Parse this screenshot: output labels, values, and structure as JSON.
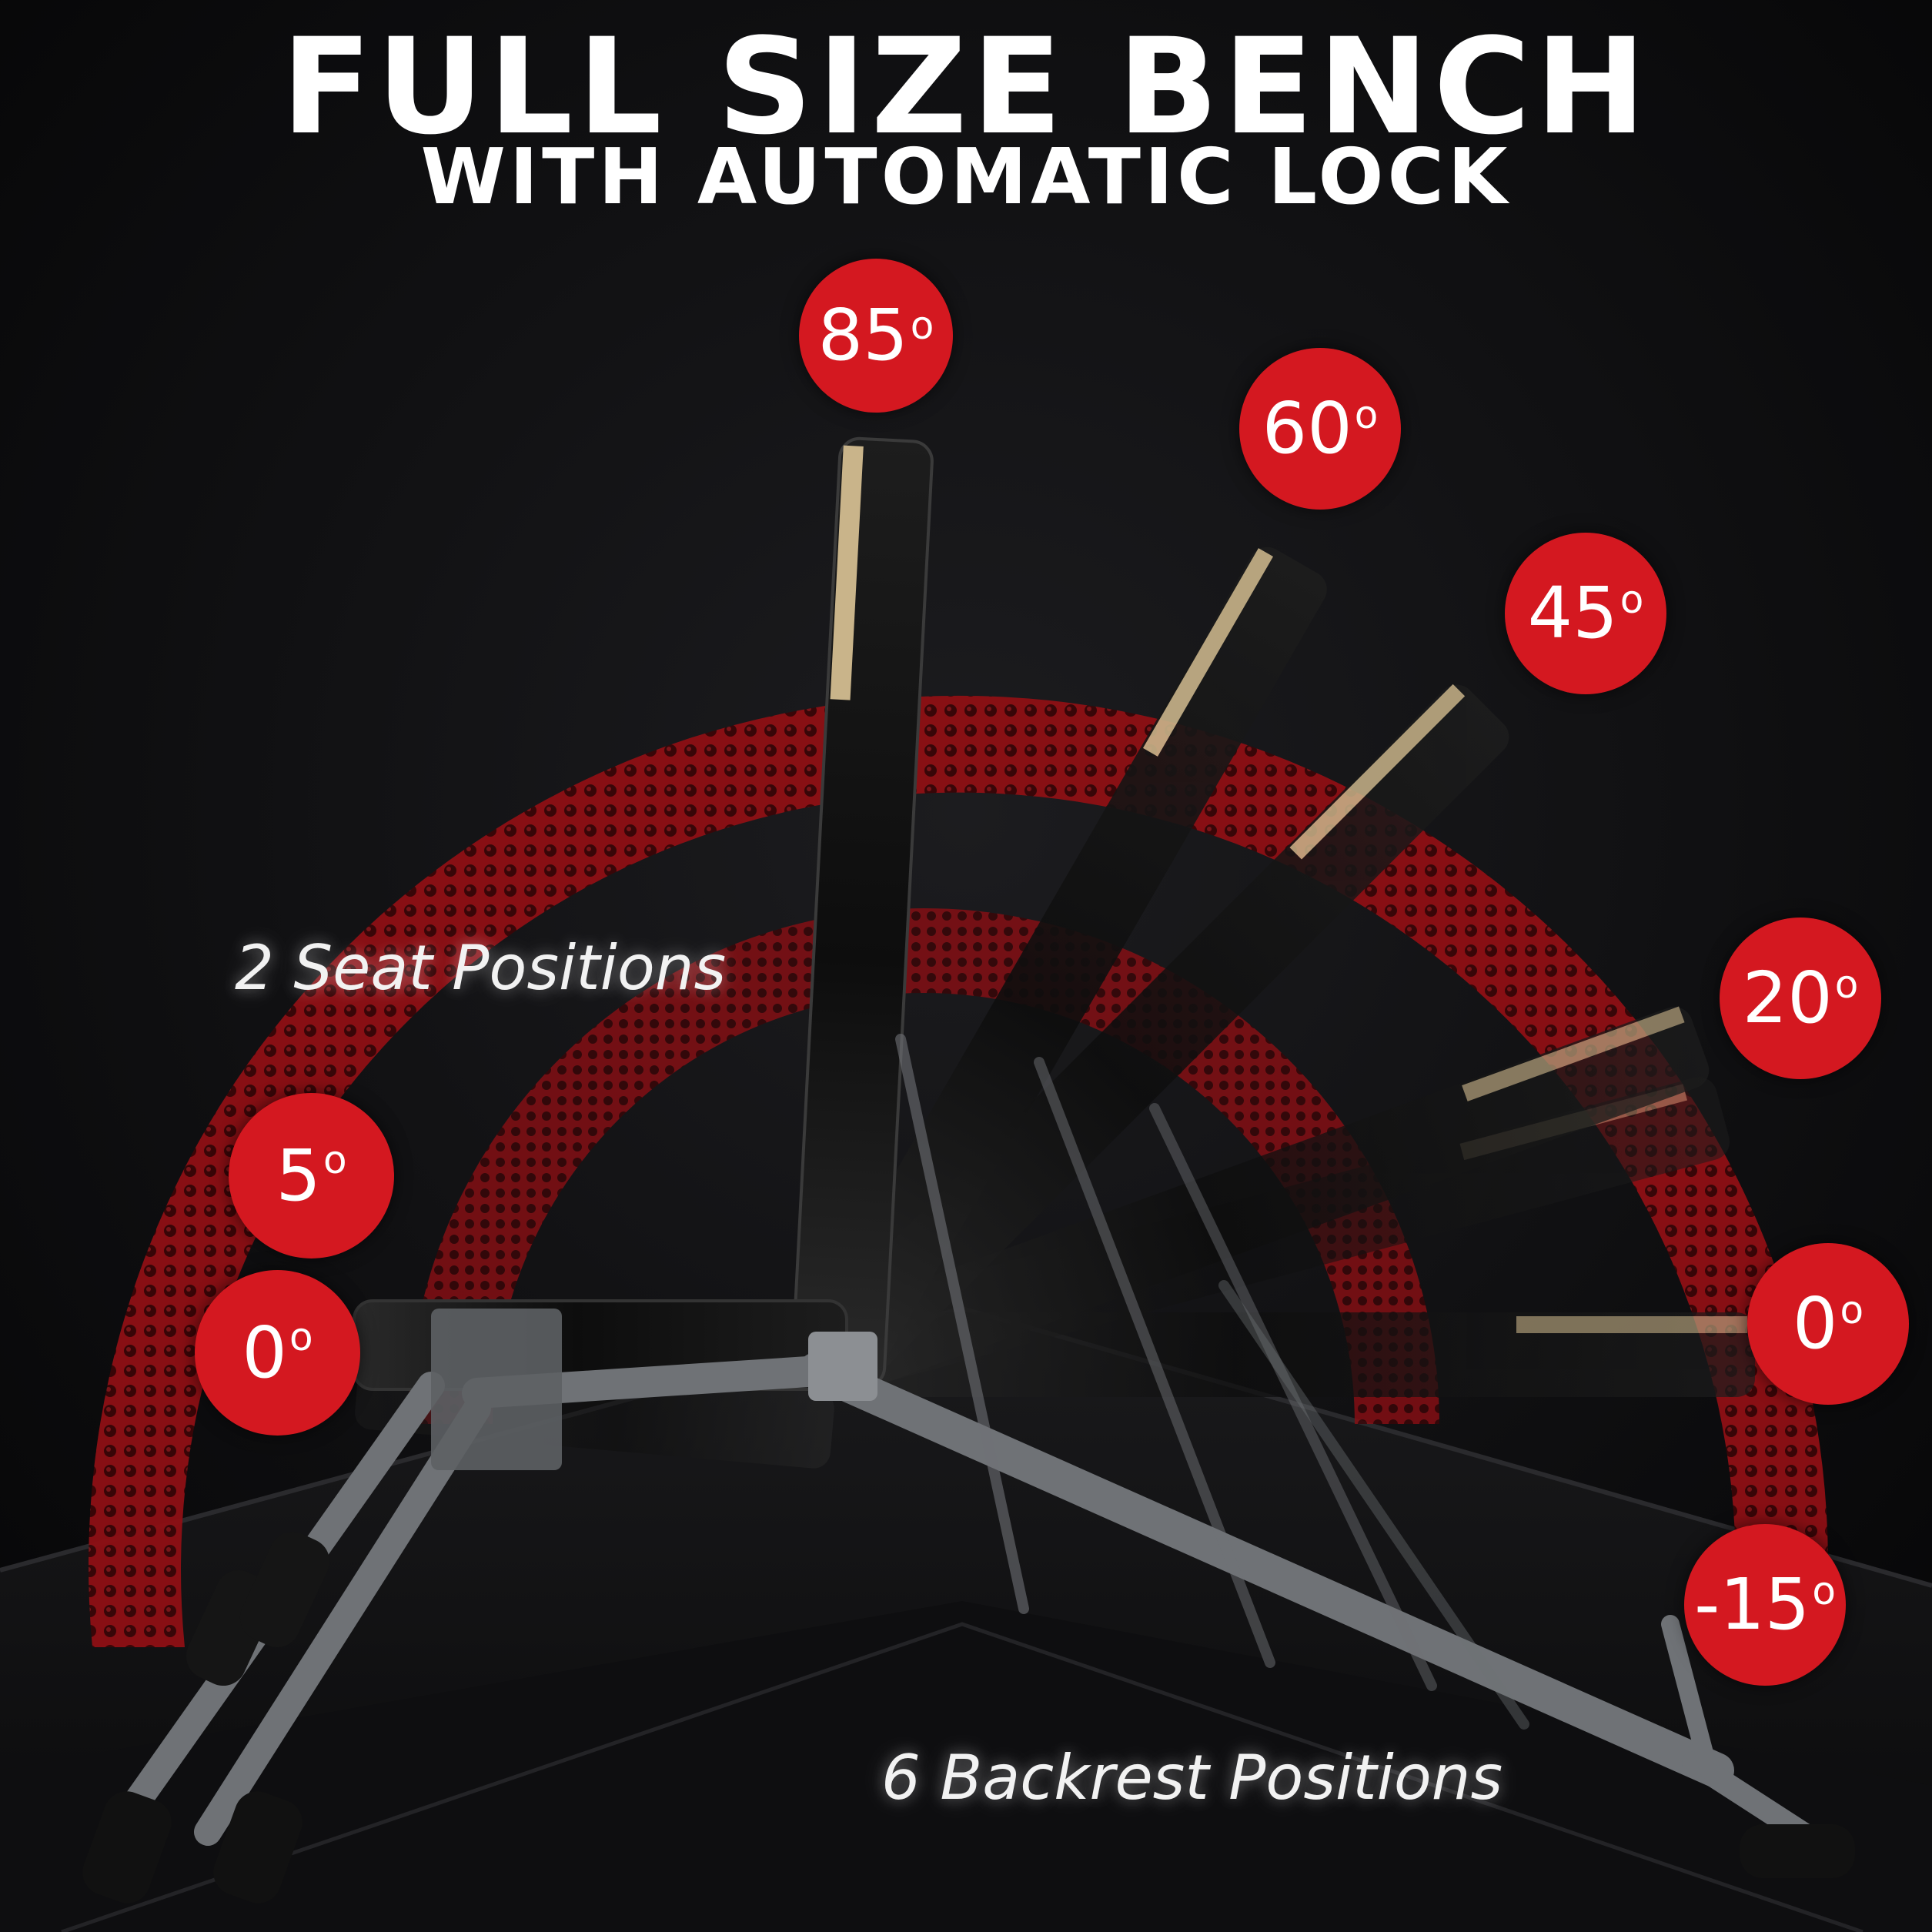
{
  "headline": {
    "title": "FULL SIZE BENCH",
    "subtitle": "WITH AUTOMATIC LOCK"
  },
  "labels": {
    "seat_positions": "2 Seat Positions",
    "backrest_positions": "6 Backrest Positions"
  },
  "seat_angles": [
    {
      "value": "5",
      "unit": "o"
    },
    {
      "value": "0",
      "unit": "o"
    }
  ],
  "backrest_angles": [
    {
      "value": "85",
      "unit": "o"
    },
    {
      "value": "60",
      "unit": "o"
    },
    {
      "value": "45",
      "unit": "o"
    },
    {
      "value": "20",
      "unit": "o"
    },
    {
      "value": "0",
      "unit": "o"
    },
    {
      "value": "-15",
      "unit": "o"
    }
  ],
  "colors": {
    "background": "#0c0c0d",
    "accent_red": "#d41820",
    "ring_red": "#8e0f14",
    "frame_gray": "#6f7276",
    "pad_black": "#141414",
    "pad_stripe": "#c9b48a",
    "text": "#ffffff"
  }
}
